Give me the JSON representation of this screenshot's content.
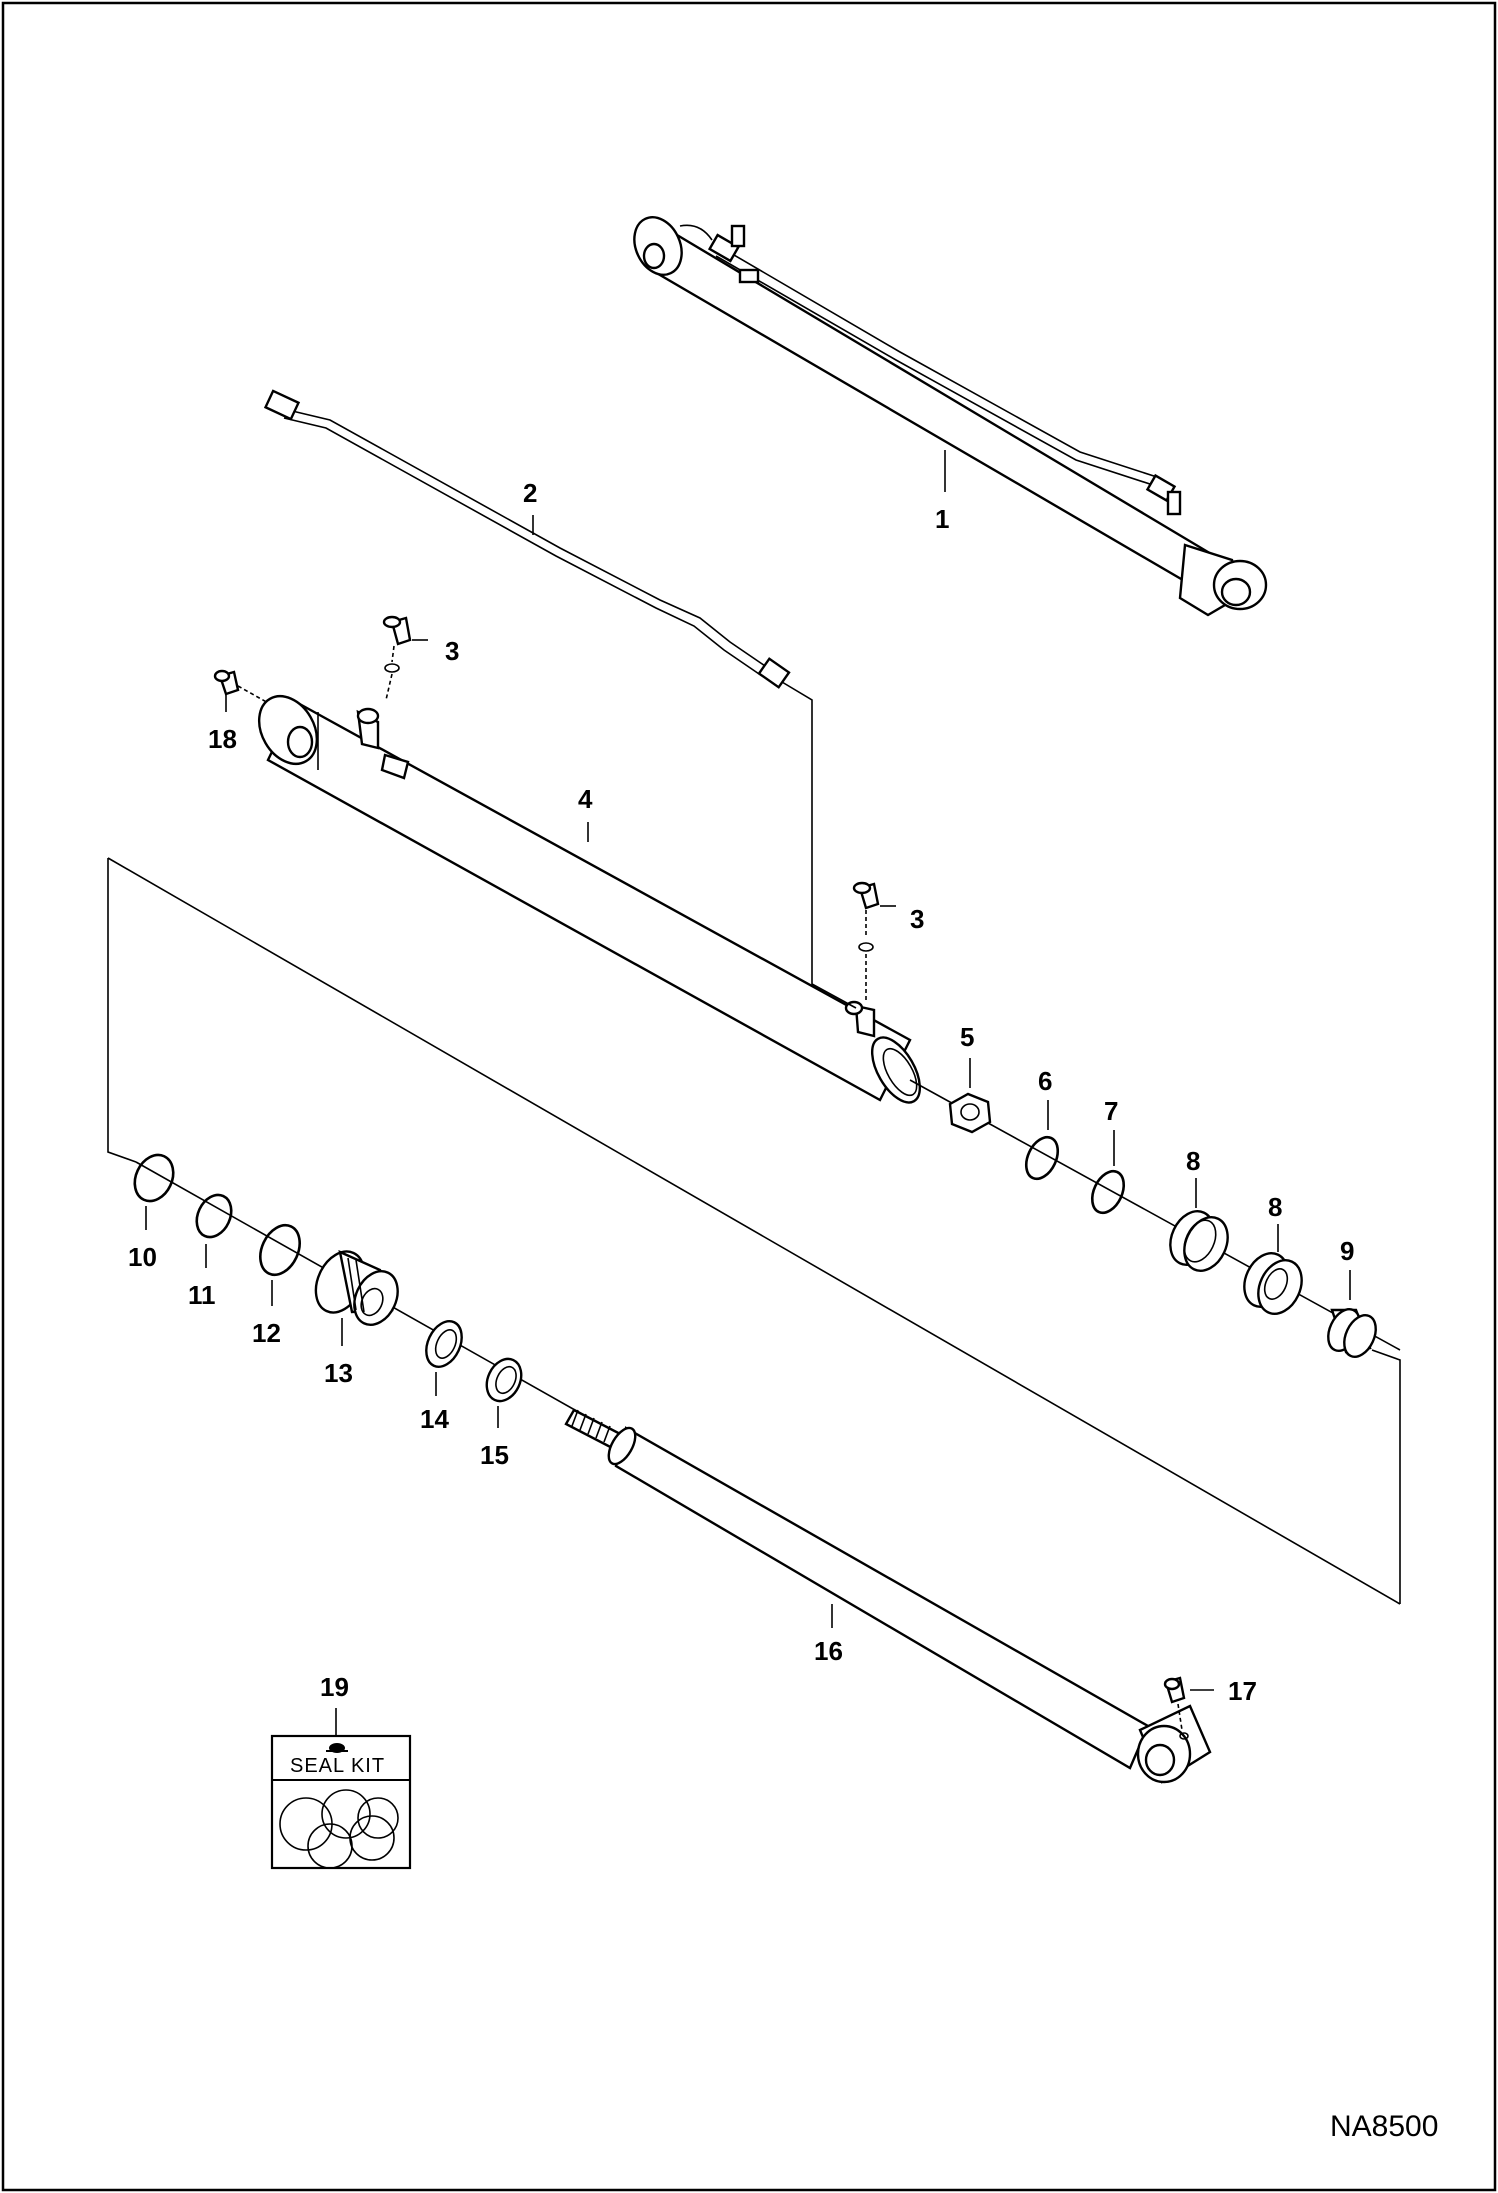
{
  "drawing_code": "NA8500",
  "seal_kit_label": "SEAL KIT",
  "callouts": {
    "c1": "1",
    "c2": "2",
    "c3a": "3",
    "c3b": "3",
    "c4": "4",
    "c5": "5",
    "c6": "6",
    "c7": "7",
    "c8a": "8",
    "c8b": "8",
    "c9": "9",
    "c10": "10",
    "c11": "11",
    "c12": "12",
    "c13": "13",
    "c14": "14",
    "c15": "15",
    "c16": "16",
    "c17": "17",
    "c18": "18",
    "c19": "19"
  }
}
